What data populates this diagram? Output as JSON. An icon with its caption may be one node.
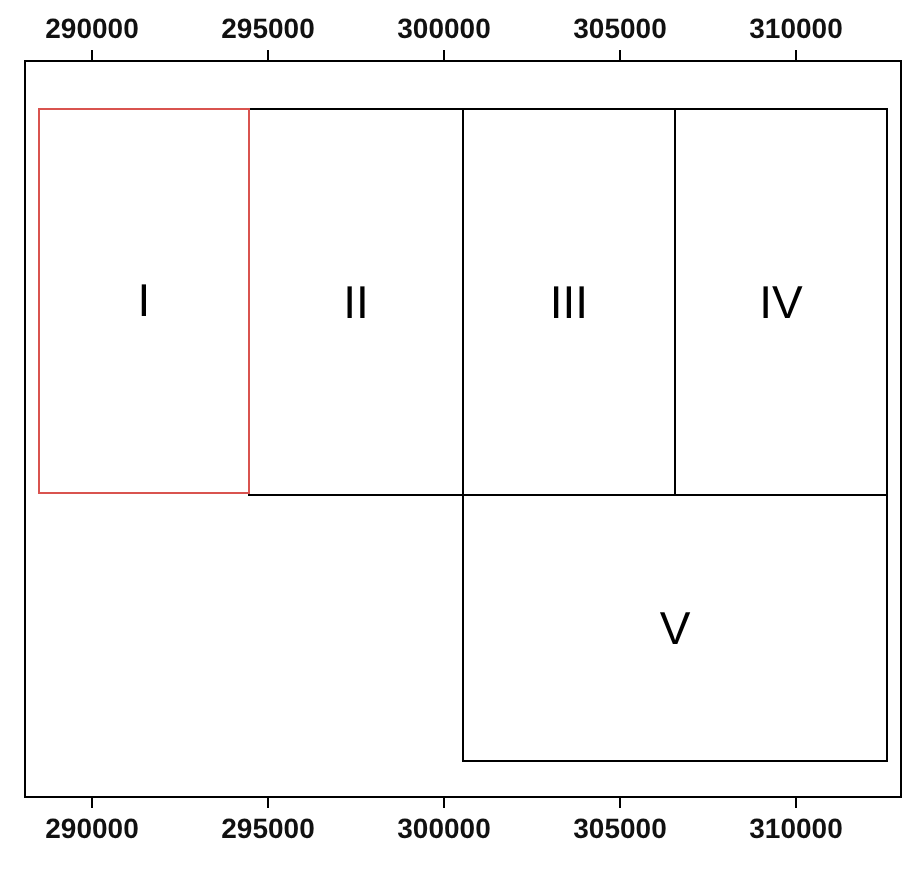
{
  "diagram": {
    "nodes": [
      {
        "text": [
          "I"
        ]
      },
      {
        "text": [
          "II"
        ]
      },
      {
        "text": [
          "III"
        ]
      },
      {
        "text": [
          "IV"
        ]
      },
      {
        "text": [
          "V"
        ]
      }
    ],
    "labels": [
      "290000",
      "295000",
      "300000",
      "305000",
      "310000",
      "290000",
      "295000",
      "300000",
      "305000",
      "310000"
    ]
  }
}
